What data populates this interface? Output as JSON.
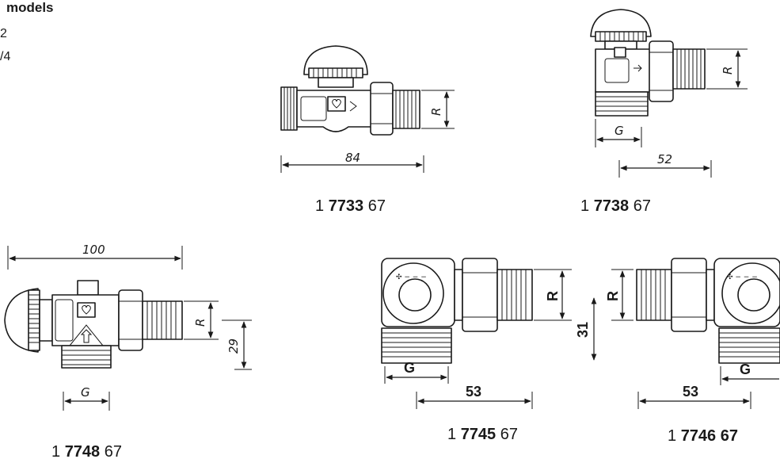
{
  "header": {
    "title": "models",
    "lines": [
      "2",
      "/4"
    ]
  },
  "products": [
    {
      "id": "7733",
      "prefix": "1",
      "number": "7733",
      "suffix": "67",
      "dims": {
        "length": "84",
        "thread": "R"
      }
    },
    {
      "id": "7738",
      "prefix": "1",
      "number": "7738",
      "suffix": "67",
      "dims": {
        "connection": "G",
        "length": "52",
        "thread": "R"
      }
    },
    {
      "id": "7748",
      "prefix": "1",
      "number": "7748",
      "suffix": "67",
      "dims": {
        "length": "100",
        "thread": "R",
        "height": "29",
        "connection": "G"
      }
    },
    {
      "id": "7745",
      "prefix": "1",
      "number": "7745",
      "suffix": "67",
      "dims": {
        "thread": "R",
        "height": "31",
        "connection": "G",
        "length": "53"
      }
    },
    {
      "id": "7746",
      "prefix": "1",
      "number": "7746",
      "suffix": "67",
      "dims": {
        "thread": "R",
        "connection": "G",
        "length": "53"
      }
    }
  ]
}
